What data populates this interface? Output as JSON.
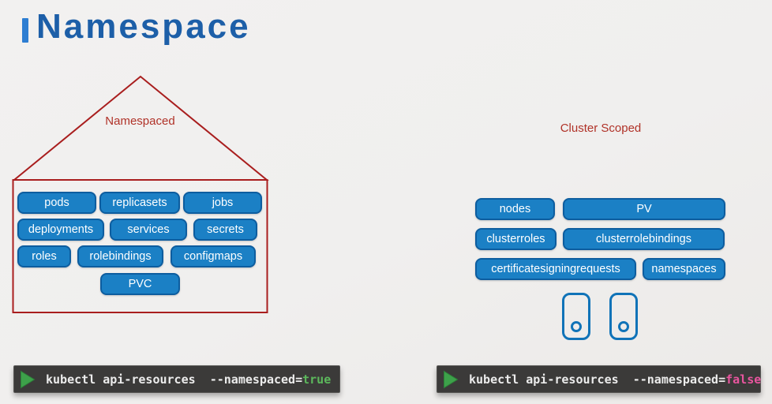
{
  "slide": {
    "title": "Namespace"
  },
  "namespaced_section": {
    "label": "Namespaced",
    "row1": [
      "pods",
      "replicasets",
      "jobs"
    ],
    "row2": [
      "deployments",
      "services",
      "secrets"
    ],
    "row3": [
      "roles",
      "rolebindings",
      "configmaps"
    ],
    "row4": [
      "PVC"
    ]
  },
  "cluster_section": {
    "label": "Cluster Scoped",
    "row1": [
      "nodes",
      "PV"
    ],
    "row2": [
      "clusterroles",
      "clusterrolebindings"
    ],
    "row3": [
      "certificatesigningrequests",
      "namespaces"
    ],
    "icons": [
      "mobile-device-icon",
      "mobile-device-icon"
    ]
  },
  "terminals": {
    "left": {
      "prompt_icon": "play-triangle-icon",
      "command_prefix": "kubectl api-resources  --namespaced=",
      "command_value": "true"
    },
    "right": {
      "prompt_icon": "play-triangle-icon",
      "command_prefix": "kubectl api-resources  --namespaced=",
      "command_value": "false"
    }
  },
  "colors": {
    "page_bg": "#f0efee",
    "title_blue": "#1d5fa8",
    "accent_bar_blue": "#2e7ed2",
    "chip_fill_blue": "#1b80c5",
    "chip_border_blue": "#0d5d9f",
    "outline_red": "#a91e1e",
    "label_red": "#b03228",
    "device_outline_blue": "#1073b8",
    "terminal_bg": "#3b3a39",
    "terminal_text": "#ececec",
    "prompt_green": "#3da14a",
    "true_green": "#5cb85c",
    "false_pink": "#e8559e"
  }
}
